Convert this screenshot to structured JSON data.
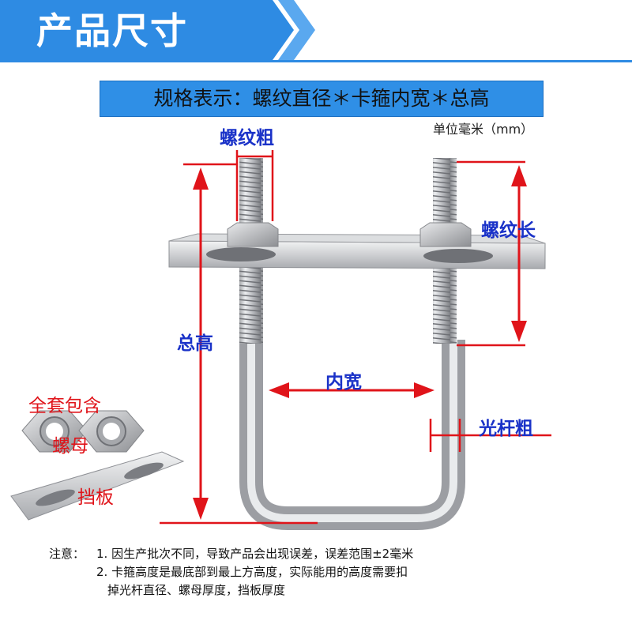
{
  "banner": {
    "title": "产品尺寸"
  },
  "spec": {
    "text": "规格表示：螺纹直径＊卡箍内宽＊总高"
  },
  "unit": {
    "text": "单位毫米（mm）"
  },
  "labels": {
    "thread_thickness": "螺纹粗",
    "thread_length": "螺纹长",
    "total_height": "总高",
    "inner_width": "内宽",
    "rod_thickness": "光杆粗"
  },
  "accessories": {
    "included": "全套包含",
    "nut": "螺母",
    "plate": "挡板"
  },
  "notes": {
    "prefix": "注意：",
    "line1": "1. 因生产批次不同，导致产品会出现误差，误差范围±2毫米",
    "line2": "2. 卡箍高度是最底部到最上方高度，实际能用的高度需要扣",
    "line3": "掉光杆直径、螺母厚度，挡板厚度"
  },
  "colors": {
    "banner": "#2e8be3",
    "spec_box": "#2f8fe6",
    "dimension_red": "#e0141a",
    "label_blue": "#1a32c8"
  }
}
